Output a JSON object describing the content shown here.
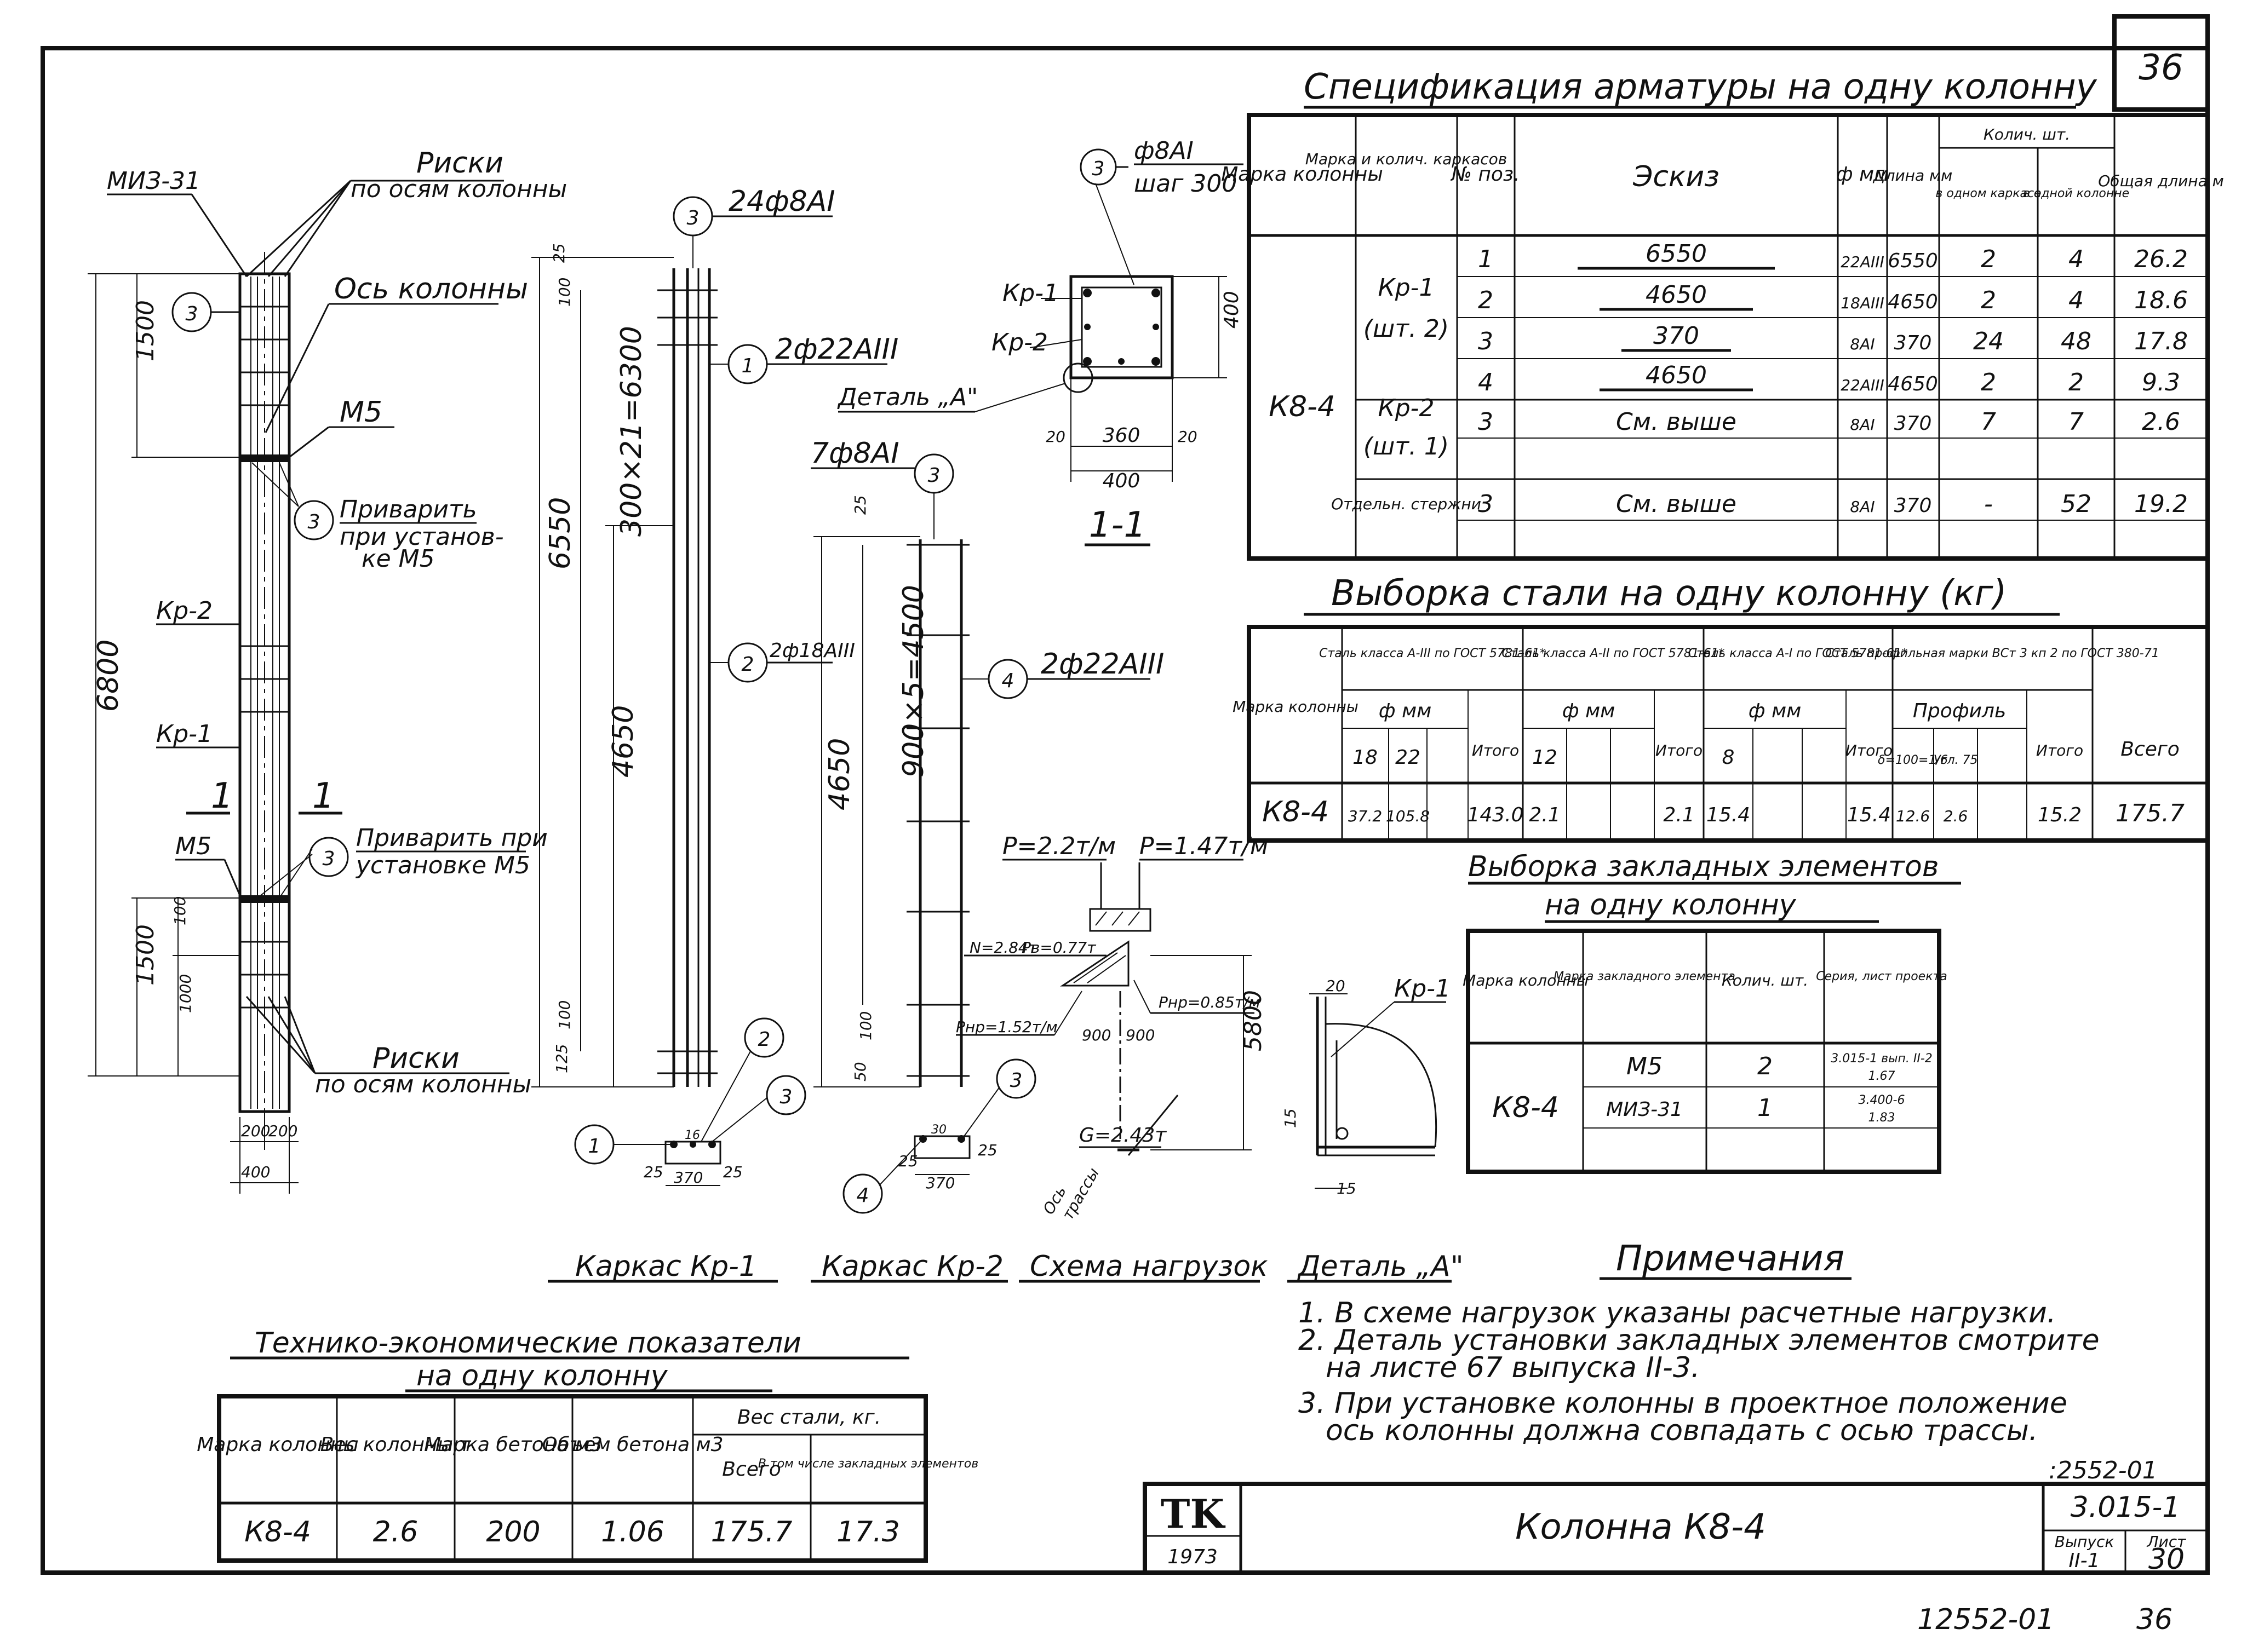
{
  "sheet": {
    "sheet_badge": "36",
    "footer_code": "12552-01",
    "footer_page": "36",
    "stamp_code": ":2552-01"
  },
  "title_block": {
    "logo": "TK",
    "year": "1973",
    "title": "Колонна К8-4",
    "series": "3.015-1",
    "issue_label": "Выпуск",
    "issue_value": "II-1",
    "sheet_label": "Лист",
    "sheet_value": "30"
  },
  "elevation": {
    "mark_top": "МИЗ-31",
    "risks_top_1": "Риски",
    "risks_top_2": "по осям колонны",
    "axis_label": "Ось колонны",
    "m5_top": "М5",
    "weld1_1": "Приварить",
    "weld1_2": "при установ-",
    "weld1_3": "ке М5",
    "kr2": "Кр-2",
    "kr1": "Кр-1",
    "sec_1a": "1",
    "sec_1b": "1",
    "m5_bot": "М5",
    "weld2_1": "Приварить при",
    "weld2_2": "установке М5",
    "risks_bot_1": "Риски",
    "risks_bot_2": "по осям колонны",
    "dim_total": "6800",
    "dim_top": "1500",
    "dim_bot": "1500",
    "dim_100": "100",
    "dim_1000": "1000",
    "dim_200a": "200",
    "dim_200b": "200",
    "dim_400": "400",
    "pos3": "3"
  },
  "frame1": {
    "top_bars": "24ф8АI",
    "pos3": "3",
    "pos1": "1",
    "pos1_bars": "2ф22АIII",
    "pos2": "2",
    "pos2_bars": "2ф18АIII",
    "dim_6550": "6550",
    "dim_step": "300×21=6300",
    "dim_4650": "4650",
    "dim_25": "25",
    "dim_100a": "100",
    "dim_100b": "100",
    "dim_125": "125",
    "sec_1": "1",
    "sec_2": "2",
    "sec_3": "3",
    "sec_dim_370": "370",
    "sec_dim_25a": "25",
    "sec_dim_25b": "25",
    "sec_dim_16": "16",
    "caption": "Каркас Кр-1"
  },
  "frame2": {
    "top_bars": "7ф8АI",
    "pos3": "3",
    "pos4": "4",
    "pos4_bars": "2ф22АIII",
    "dim_4650": "4650",
    "dim_step": "900×5=4500",
    "dim_25": "25",
    "dim_100": "100",
    "dim_50": "50",
    "sec_3": "3",
    "sec_4": "4",
    "sec_dim_370": "370",
    "sec_dim_25a": "25",
    "sec_dim_25b": "25",
    "sec_dim_30": "30",
    "caption": "Каркас Кр-2"
  },
  "section11": {
    "pos3": "3",
    "tie": "ф8АI",
    "step": "шаг 300",
    "kr1": "Кр-1",
    "kr2": "Кр-2",
    "detail": "Деталь „А\"",
    "dim_400v": "400",
    "dim_360": "360",
    "dim_20a": "20",
    "dim_20b": "20",
    "dim_400h": "400",
    "caption": "1-1"
  },
  "loads": {
    "p1": "P=2.2т/м",
    "p2": "P=1.47т/м",
    "nv": "N=2.84т",
    "pv": "Рв=0.77т",
    "ph1": "Рнр=1.52т/м",
    "ph2": "Рнр=0.85т/м",
    "d900a": "900",
    "d900b": "900",
    "height": "5800",
    "g": "G=2.43т",
    "axis_1": "Ось",
    "axis_2": "трассы",
    "caption": "Схема нагрузок"
  },
  "detailA": {
    "kr1": "Кр-1",
    "d20": "20",
    "d15a": "15",
    "d15b": "15",
    "caption": "Деталь „А\""
  },
  "spec": {
    "title": "Спецификация арматуры на одну колонну",
    "headers": {
      "col_mark": "Марка колонны",
      "frame_mark": "Марка и колич. каркасов",
      "pos": "№ поз.",
      "sketch": "Эскиз",
      "dia": "ф мм",
      "length": "Длина мм",
      "qty": "Колич. шт.",
      "qty_frame": "в одном каркасе",
      "qty_col": "в одной колонне",
      "total_len": "Общая длина м"
    },
    "col_mark": "К8-4",
    "groups": [
      {
        "frame": "Кр-1",
        "count": "(шт. 2)"
      },
      {
        "frame": "Кр-2",
        "count": "(шт. 1)"
      },
      {
        "frame": "Отдельн. стержни",
        "count": ""
      }
    ],
    "rows": [
      {
        "pos": "1",
        "sketch": "6550",
        "dia": "22АIII",
        "len": "6550",
        "q1": "2",
        "q2": "4",
        "total": "26.2"
      },
      {
        "pos": "2",
        "sketch": "4650",
        "dia": "18АIII",
        "len": "4650",
        "q1": "2",
        "q2": "4",
        "total": "18.6"
      },
      {
        "pos": "3",
        "sketch": "370",
        "dia": "8АI",
        "len": "370",
        "q1": "24",
        "q2": "48",
        "total": "17.8"
      },
      {
        "pos": "4",
        "sketch": "4650",
        "dia": "22АIII",
        "len": "4650",
        "q1": "2",
        "q2": "2",
        "total": "9.3"
      },
      {
        "pos": "3",
        "sketch": "См. выше",
        "dia": "8АI",
        "len": "370",
        "q1": "7",
        "q2": "7",
        "total": "2.6"
      },
      {
        "pos": "3",
        "sketch": "См. выше",
        "dia": "8АI",
        "len": "370",
        "q1": "-",
        "q2": "52",
        "total": "19.2"
      }
    ]
  },
  "steel": {
    "title": "Выборка стали на одну колонну (кг)",
    "h_mark": "Марка колонны",
    "h_a3": "Сталь класса А-III по ГОСТ 5781-61*",
    "h_a2": "Сталь класса А-II по ГОСТ 5781-61*",
    "h_a1": "Сталь класса А-I по ГОСТ 5781-61*",
    "h_prof": "Сталь профильная марки ВСт 3 кп 2 по ГОСТ 380-71",
    "h_dia": "ф мм",
    "h_profile": "Профиль",
    "h_total": "Итого",
    "h_all": "Всего",
    "d18": "18",
    "d22": "22",
    "d12": "12",
    "d8": "8",
    "p1": "δ=100=1/6",
    "p2": "Угл. 75",
    "row": {
      "mark": "К8-4",
      "a3_18": "37.2",
      "a3_22": "105.8",
      "a3_total": "143.0",
      "a2_12": "2.1",
      "a2_total": "2.1",
      "a1_8": "15.4",
      "a1_total": "15.4",
      "pr1": "12.6",
      "pr2": "2.6",
      "pr_total": "15.2",
      "all": "175.7"
    }
  },
  "embed": {
    "title1": "Выборка закладных элементов",
    "title2": "на одну колонну",
    "h_col": "Марка колонны",
    "h_el": "Марка закладного элемента",
    "h_qty": "Колич. шт.",
    "h_ser": "Серия, лист проекта",
    "mark": "К8-4",
    "rows": [
      {
        "el": "М5",
        "qty": "2",
        "ser1": "3.015-1 вып. II-2",
        "ser2": "1.67"
      },
      {
        "el": "МИЗ-31",
        "qty": "1",
        "ser1": "3.400-6",
        "ser2": "1.83"
      }
    ]
  },
  "notes": {
    "title": "Примечания",
    "items": [
      "1. В схеме нагрузок указаны расчетные нагрузки.",
      "2. Деталь установки закладных элементов смотрите",
      "на листе 67 выпуска II-3.",
      "3. При установке колонны в проектное положение",
      "ось колонны должна совпадать с осью трассы."
    ]
  },
  "tep": {
    "title1": "Технико-экономические показатели",
    "title2": "на одну колонну",
    "h_mark": "Марка колонны",
    "h_weight": "Вес колонны т",
    "h_concrete": "Марка бетона м3",
    "h_volume": "Объем бетона м3",
    "h_steel": "Вес стали, кг.",
    "h_all": "Всего",
    "h_embed": "В том числе закладных элементов",
    "row": {
      "mark": "К8-4",
      "weight": "2.6",
      "concrete": "200",
      "volume": "1.06",
      "all": "175.7",
      "embed": "17.3"
    }
  }
}
